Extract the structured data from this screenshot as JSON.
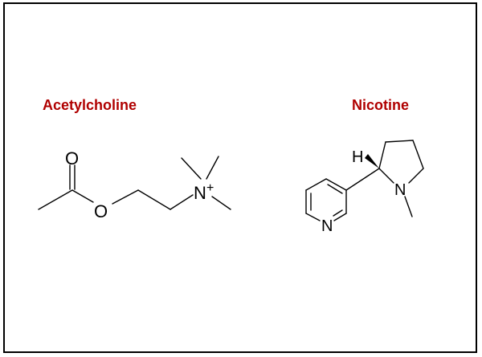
{
  "colors": {
    "title": "#b00000",
    "bond": "#000000",
    "border": "#000000",
    "background": "#ffffff"
  },
  "molecules": [
    {
      "title": "Acetylcholine",
      "atoms": {
        "O_carbonyl": "O",
        "O_ester": "O",
        "N": "N",
        "charge": "+"
      }
    },
    {
      "title": "Nicotine",
      "atoms": {
        "H": "H",
        "N_pyrrolidine": "N",
        "N_pyridine": "N"
      }
    }
  ]
}
